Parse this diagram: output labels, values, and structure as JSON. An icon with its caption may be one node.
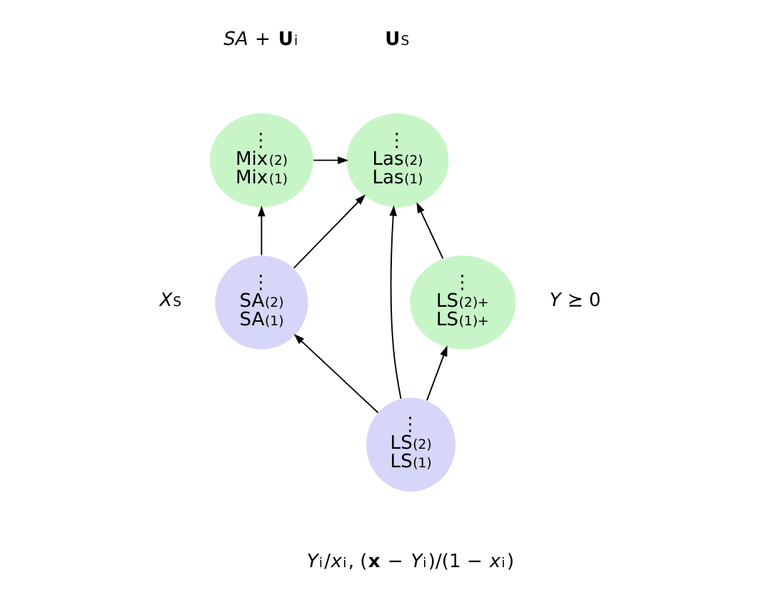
{
  "diagram": {
    "nodes": [
      {
        "text": [
          "⋮",
          "Mix$^{(2)}$",
          "Mix$^{(1)}$"
        ],
        "beside": [
          "*SA* + **U**$_{i}$"
        ]
      },
      {
        "text": [
          "⋮",
          "Las$^{(2)}$",
          "Las$^{(1)}$"
        ],
        "beside": [
          "**U**$_{S}$"
        ]
      },
      {
        "text": [
          "⋮",
          "SA$^{(2)}$",
          "SA$^{(1)}$"
        ],
        "beside": [
          "*X*$_{S}$"
        ]
      },
      {
        "text": [
          "⋮",
          "LS$^{(2)}$$_{+}$",
          "LS$^{(1)}$$_{+}$"
        ],
        "beside": [
          "*Y* ⪰ 0"
        ]
      },
      {
        "text": [
          "⋮",
          "LS$^{(2)}$",
          "LS$^{(1)}$"
        ],
        "beside": [
          "*Y*$_{i}$/*x*$_{i}$, (**x** − *Y*$_{i}$)/(1 − *x*$_{i}$)"
        ]
      }
    ],
    "edges": [
      {
        "from": 2,
        "to": 0,
        "arrow": "to"
      },
      {
        "from": 0,
        "to": 1,
        "arrow": "to"
      },
      {
        "from": 2,
        "to": 1,
        "arrow": "to"
      },
      {
        "from": 4,
        "to": 2,
        "arrow": "to"
      },
      {
        "from": 4,
        "to": 1,
        "arrow": "to"
      },
      {
        "from": 4,
        "to": 3,
        "arrow": "to"
      },
      {
        "from": 3,
        "to": 1,
        "arrow": "to"
      }
    ]
  }
}
